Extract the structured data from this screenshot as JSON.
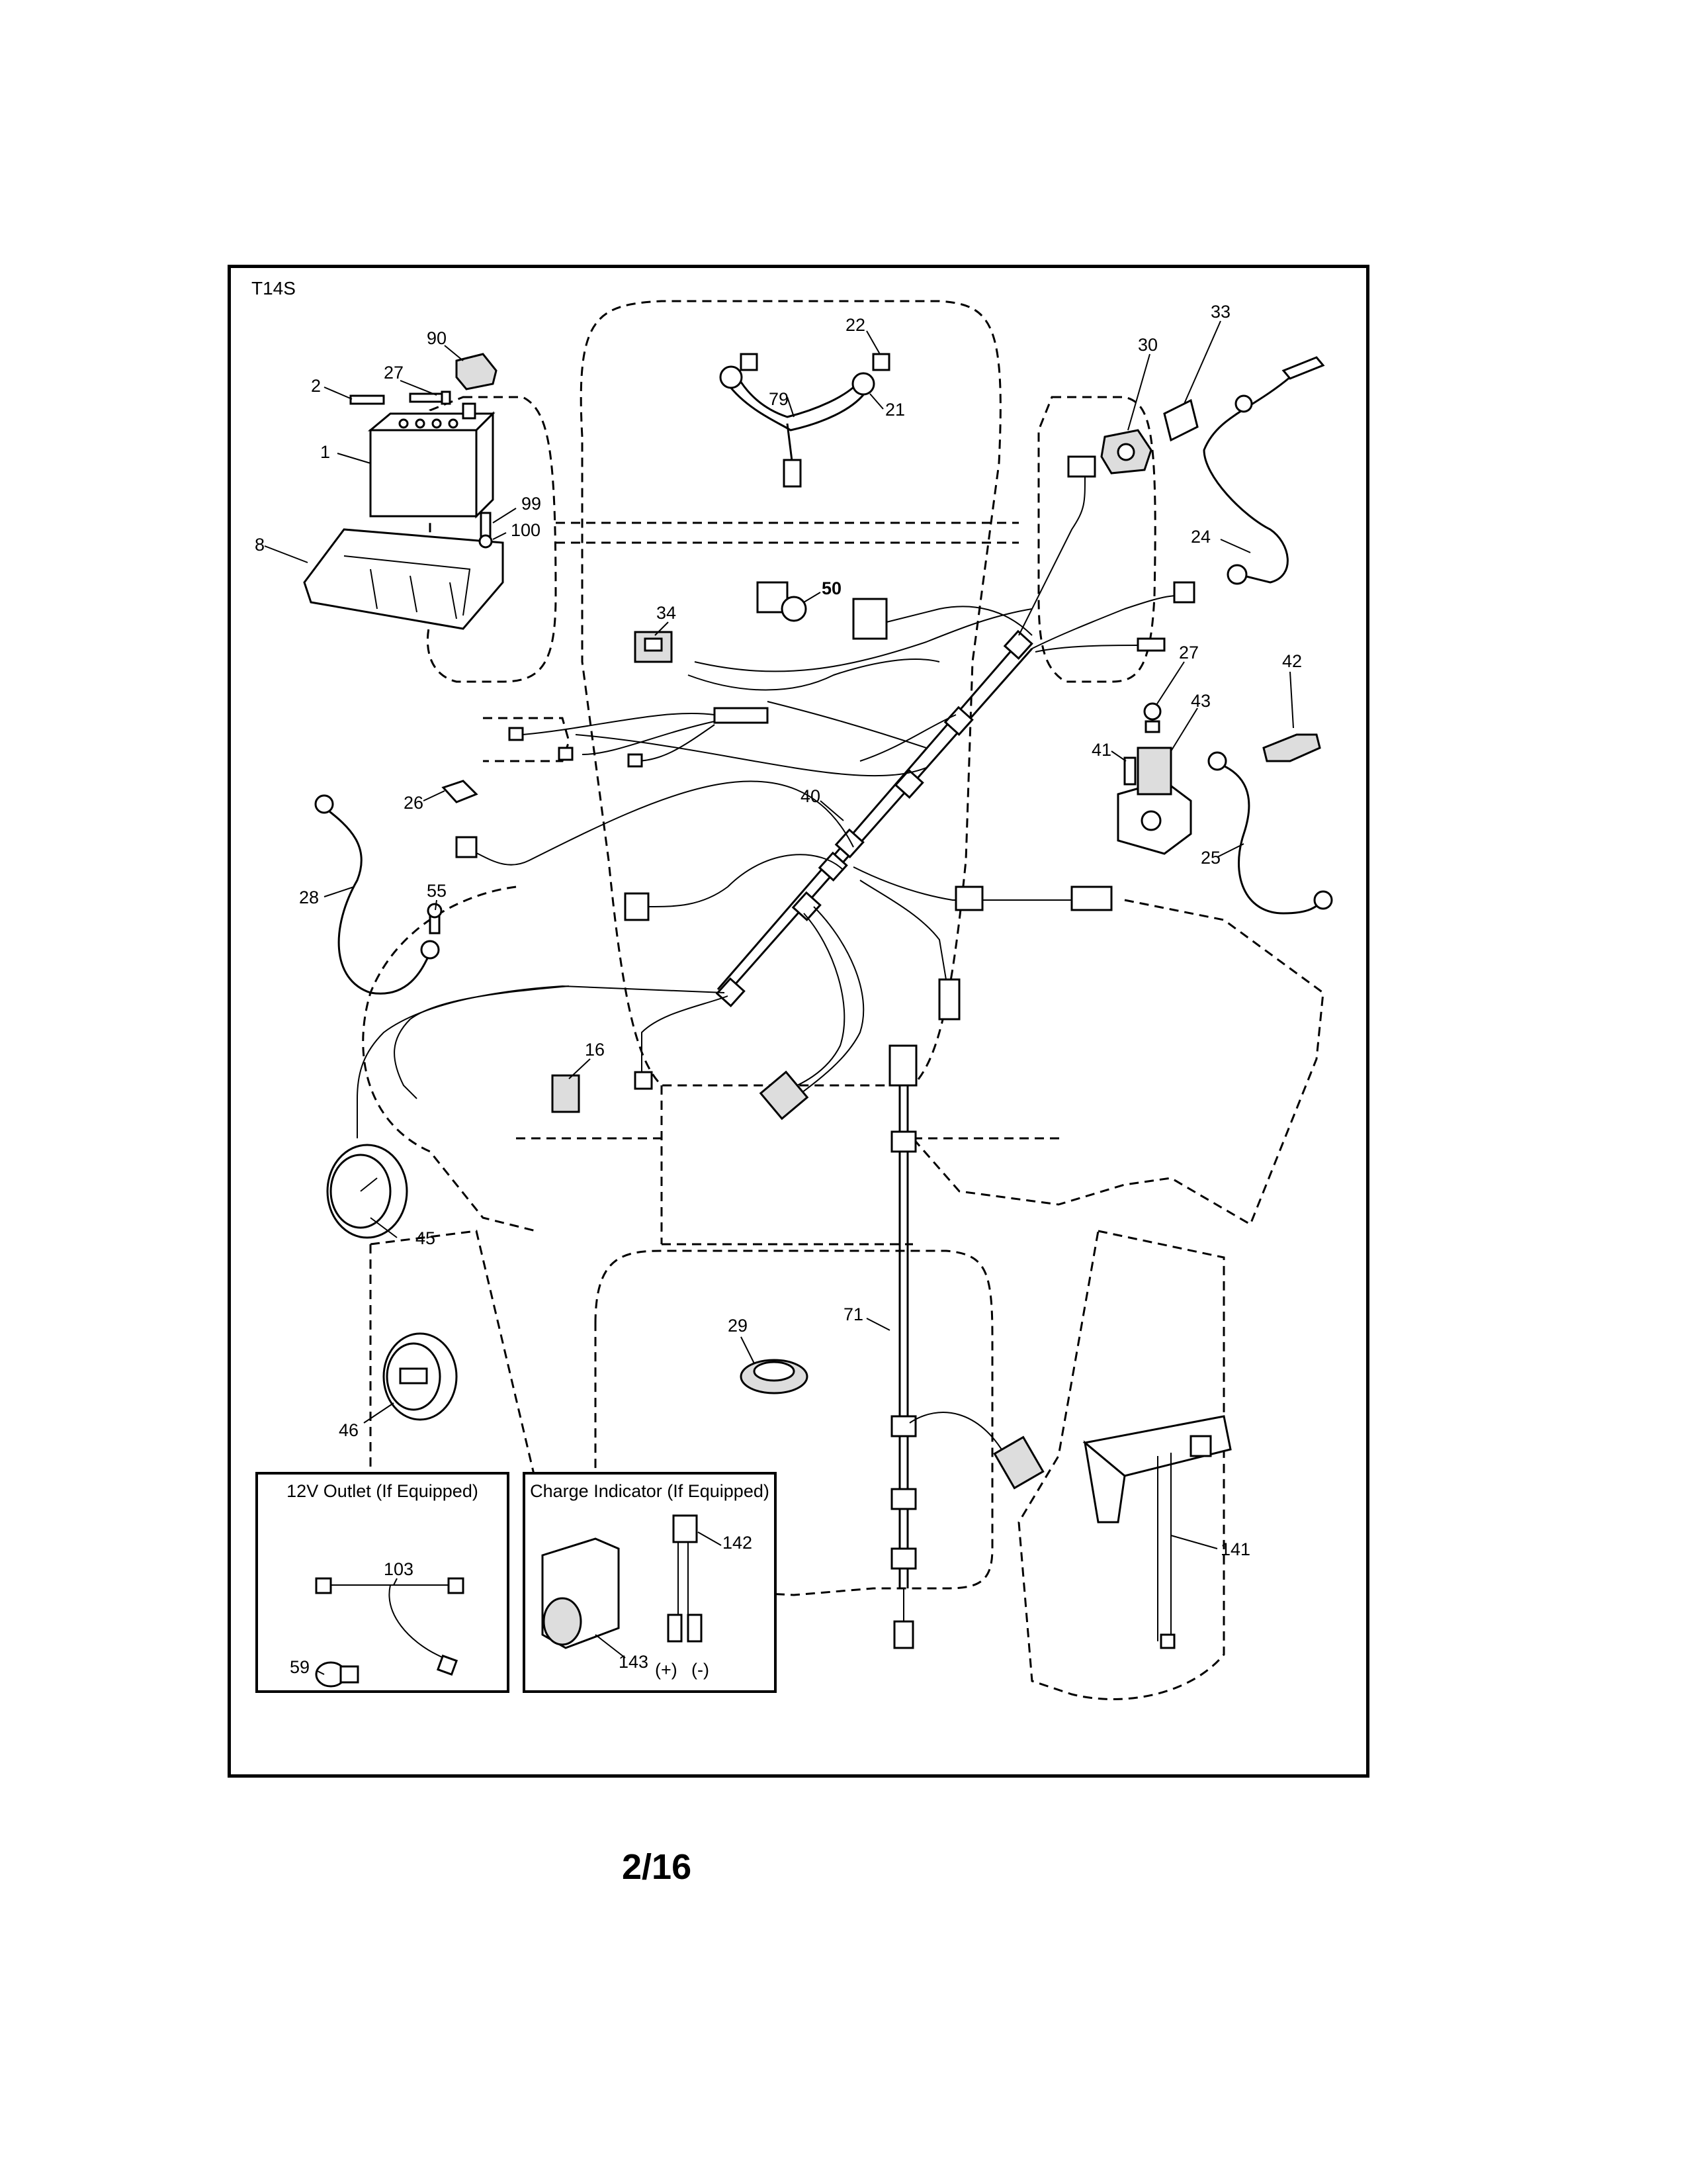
{
  "model_code": "T14S",
  "page_number": "2/16",
  "insets": {
    "outlet_title": "12V Outlet (If Equipped)",
    "charge_title": "Charge Indicator (If Equipped)",
    "plus_label": "(+)",
    "minus_label": "(-)"
  },
  "callouts": {
    "p90": "90",
    "p2": "2",
    "p27a": "27",
    "p1": "1",
    "p99": "99",
    "p100": "100",
    "p8": "8",
    "p22": "22",
    "p79": "79",
    "p21": "21",
    "p30": "30",
    "p33": "33",
    "p24": "24",
    "p34": "34",
    "p50": "50",
    "p27b": "27",
    "p42": "42",
    "p43": "43",
    "p41": "41",
    "p26": "26",
    "p40": "40",
    "p25": "25",
    "p28": "28",
    "p55": "55",
    "p16": "16",
    "p45": "45",
    "p29": "29",
    "p71": "71",
    "p46": "46",
    "p141": "141",
    "p103": "103",
    "p59": "59",
    "p142": "142",
    "p143": "143"
  }
}
